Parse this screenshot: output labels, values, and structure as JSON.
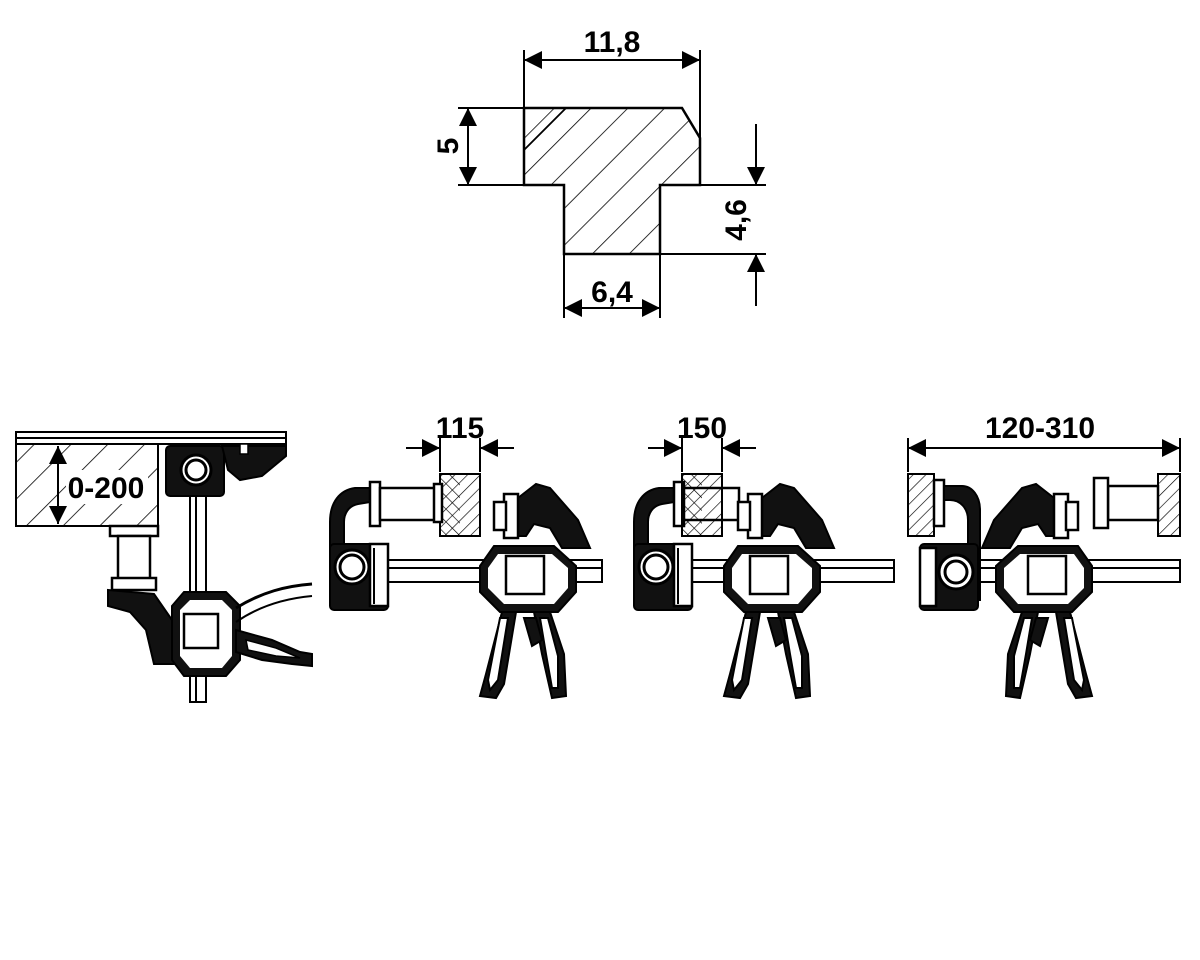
{
  "profile": {
    "dim_top_width": "11,8",
    "dim_left_height": "5",
    "dim_right_height": "4,6",
    "dim_bottom_width": "6,4"
  },
  "clamps": {
    "dim_spread": "0-200",
    "dim_jaw_115": "115",
    "dim_jaw_150": "150",
    "dim_range": "120-310"
  }
}
